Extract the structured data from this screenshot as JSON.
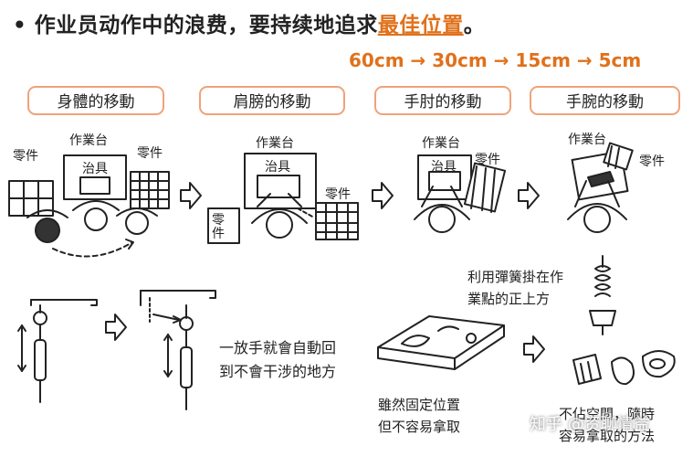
{
  "header": {
    "bullet": "•",
    "title_prefix": "作业员动作中的浪费，要持续地追求",
    "title_highlight": "最佳位置",
    "title_suffix": "。",
    "distances": "60cm → 30cm → 15cm → 5cm",
    "accent_color": "#e0711b"
  },
  "stages": [
    {
      "label": "身體的移動"
    },
    {
      "label": "肩膀的移動"
    },
    {
      "label": "手肘的移動"
    },
    {
      "label": "手腕的移動"
    }
  ],
  "figure_labels": {
    "s1_parts_left": "零件",
    "s1_workbench": "作業台",
    "s1_parts_right": "零件",
    "s1_fixture": "治具",
    "s2_workbench": "作業台",
    "s2_fixture": "治具",
    "s2_parts_right": "零件",
    "s2_parts_left": "零件",
    "s3_workbench": "作業台",
    "s3_fixture": "治具",
    "s3_parts": "零件",
    "s4_workbench": "作業台",
    "s4_parts": "零件"
  },
  "bottom": {
    "left_caption": [
      "一放手就會自動回",
      "到不會干涉的地方"
    ],
    "spring_caption": [
      "利用彈簧掛在作",
      "業點的正上方"
    ],
    "tray_caption": [
      "雖然固定位置",
      "但不容易拿取"
    ],
    "easy_caption": [
      "不佔空間，隨時",
      "容易拿取的方法"
    ]
  },
  "watermark": "知乎 @资聊情益",
  "icons": [
    "arrow-right-icon"
  ]
}
